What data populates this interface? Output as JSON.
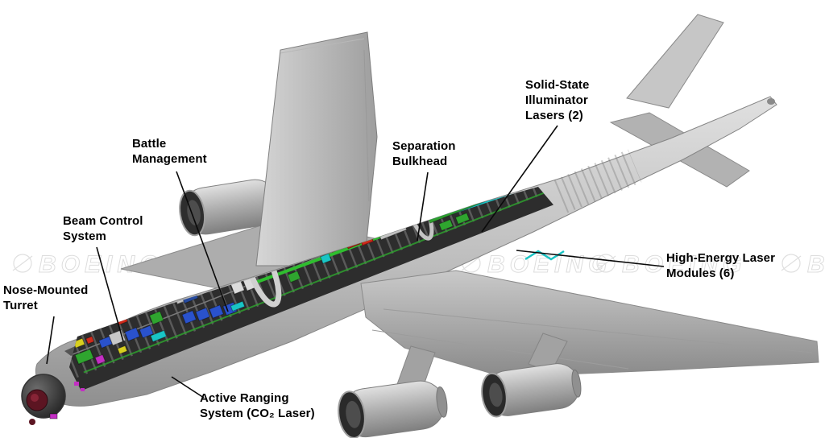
{
  "diagram": {
    "watermark": "BOEING",
    "labels": [
      {
        "id": "nose-mounted-turret",
        "text": "Nose-Mounted\nTurret"
      },
      {
        "id": "beam-control-system",
        "text": "Beam Control\nSystem"
      },
      {
        "id": "battle-management",
        "text": "Battle\nManagement"
      },
      {
        "id": "active-ranging-system",
        "text": "Active Ranging\nSystem (CO₂ Laser)"
      },
      {
        "id": "separation-bulkhead",
        "text": "Separation\nBulkhead"
      },
      {
        "id": "solid-state-illuminator-lasers",
        "text": "Solid-State\nIlluminator\nLasers (2)"
      },
      {
        "id": "high-energy-laser-modules",
        "text": "High-Energy Laser\nModules (6)"
      }
    ],
    "colors": {
      "airframe": "#c2c2c2",
      "interior": "#2d2d2d",
      "equipment_green": "#2fa52f",
      "equipment_blue": "#2a52cc",
      "equipment_red": "#cf2a1b",
      "equipment_magenta": "#c32ec3",
      "equipment_cyan": "#19c5c5",
      "equipment_yellow": "#d8cf1f",
      "turret_lens": "#5c1522",
      "label_text": "#000000"
    }
  }
}
